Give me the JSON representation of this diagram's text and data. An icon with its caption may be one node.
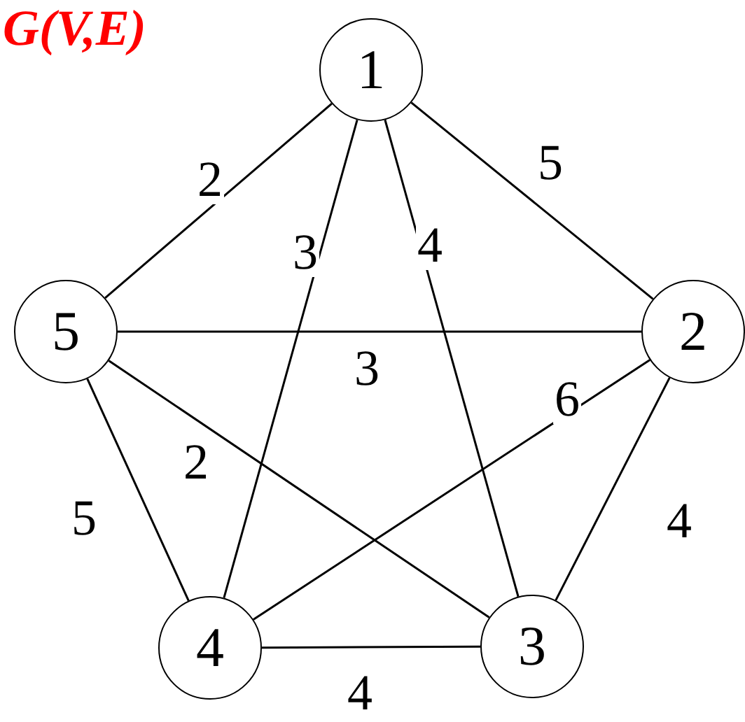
{
  "diagram": {
    "title": "G(V,E)",
    "nodes": [
      {
        "text": [
          "1"
        ]
      },
      {
        "text": [
          "2"
        ]
      },
      {
        "text": [
          "3"
        ]
      },
      {
        "text": [
          "4"
        ]
      },
      {
        "text": [
          "5"
        ]
      }
    ],
    "edges": [
      {
        "from": 0,
        "to": 4,
        "arrow": "none",
        "label": "2"
      },
      {
        "from": 0,
        "to": 1,
        "arrow": "none",
        "label": "5"
      },
      {
        "from": 0,
        "to": 3,
        "arrow": "none",
        "label": "3"
      },
      {
        "from": 0,
        "to": 2,
        "arrow": "none",
        "label": "4"
      },
      {
        "from": 4,
        "to": 1,
        "arrow": "none",
        "label": "3"
      },
      {
        "from": 3,
        "to": 1,
        "arrow": "none",
        "label": "6"
      },
      {
        "from": 4,
        "to": 2,
        "arrow": "none",
        "label": "2"
      },
      {
        "from": 4,
        "to": 3,
        "arrow": "none",
        "label": "5"
      },
      {
        "from": 1,
        "to": 2,
        "arrow": "none",
        "label": "4"
      },
      {
        "from": 3,
        "to": 2,
        "arrow": "none",
        "label": "4"
      }
    ]
  }
}
